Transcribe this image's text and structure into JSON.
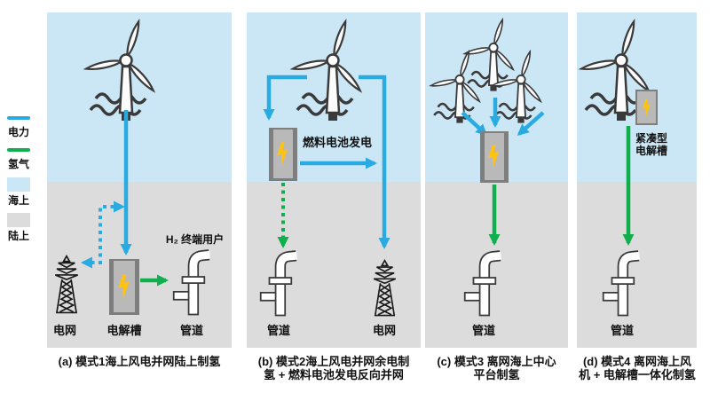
{
  "colors": {
    "power_blue": "#29ABE2",
    "hydrogen_green": "#10AF4E",
    "sea_blue": "#CBE6F4",
    "land_gray": "#DCDCDC",
    "lightning_yellow": "#FFC20E",
    "box_gray": "#B9B9B9",
    "box_edge": "#7E7E7E",
    "ink": "#3A3A3A"
  },
  "legend": {
    "power": "电力",
    "hydrogen": "氢气",
    "offshore": "海上",
    "onshore": "陆上"
  },
  "panel_a": {
    "caption": "(a) 模式1海上风电并网陆上制氢",
    "grid_label": "电网",
    "electrolyzer_label": "电解槽",
    "pipeline_label": "管道",
    "h2_users_label": "H₂ 终端用户"
  },
  "panel_b": {
    "caption_line1": "(b) 模式2海上风电并网余电制",
    "caption_line2": "氢 + 燃料电池发电反向并网",
    "fuel_cell_label": "燃料电池发电",
    "pipeline_label": "管道",
    "grid_label": "电网"
  },
  "panel_c": {
    "caption_line1": "(c) 模式3 离网海上中心",
    "caption_line2": "平台制氢",
    "pipeline_label": "管道"
  },
  "panel_d": {
    "caption_line1": "(d) 模式4 离网海上风",
    "caption_line2": "机 + 电解槽一体化制氢",
    "compact_electrolyzer_line1": "紧凑型",
    "compact_electrolyzer_line2": "电解槽",
    "pipeline_label": "管道"
  }
}
